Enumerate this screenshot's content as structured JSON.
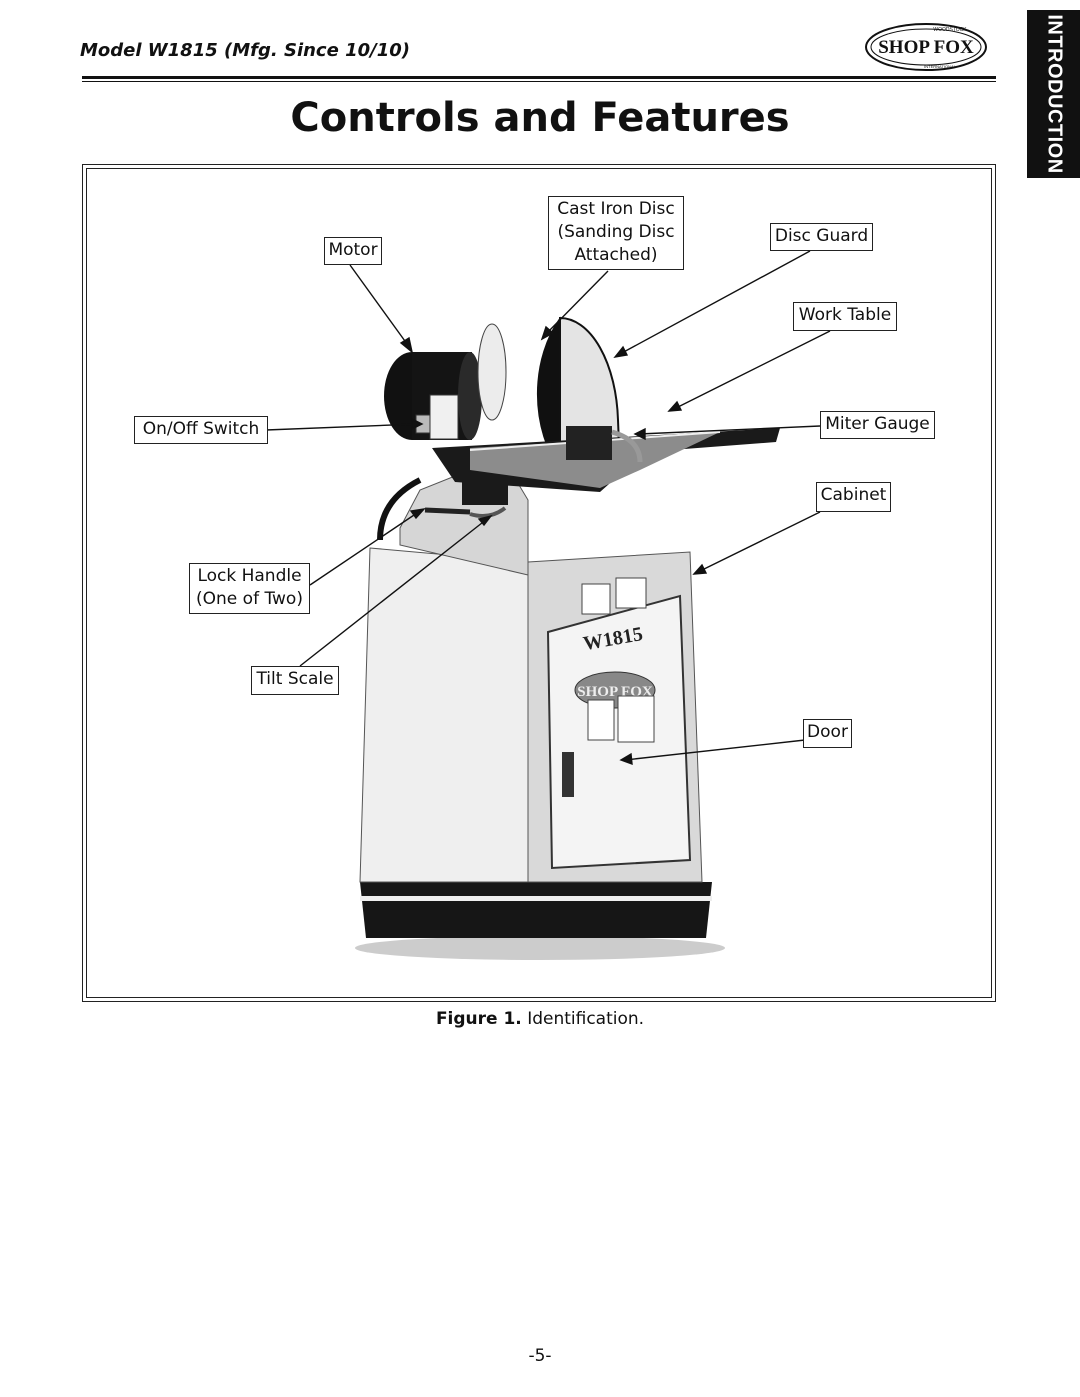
{
  "header": {
    "model_line": "Model W1815 (Mfg. Since 10/10)",
    "logo_text": "SHOP FOX",
    "logo_top_text": "WOODSTOCK",
    "logo_bottom_text": "INTERNATIONAL",
    "side_tab": "INTRODUCTION"
  },
  "page_title": "Controls and Features",
  "figure": {
    "callouts": {
      "cast_iron_disc": [
        "Cast Iron Disc",
        "(Sanding Disc",
        "Attached)"
      ],
      "motor": "Motor",
      "disc_guard": "Disc Guard",
      "work_table": "Work Table",
      "on_off_switch": "On/Off Switch",
      "miter_gauge": "Miter Gauge",
      "cabinet": "Cabinet",
      "lock_handle": [
        "Lock Handle",
        "(One of Two)"
      ],
      "tilt_scale": "Tilt Scale",
      "door": "Door"
    },
    "machine_labels": {
      "model_on_door": "W1815",
      "brand_on_door": "SHOP FOX"
    },
    "caption_label": "Figure 1.",
    "caption_text": "Identification."
  },
  "footer": {
    "page_number": "-5-"
  },
  "colors": {
    "ink": "#111111",
    "cabinet": "#e8e8e8",
    "dark_metal": "#1c1c1c"
  }
}
